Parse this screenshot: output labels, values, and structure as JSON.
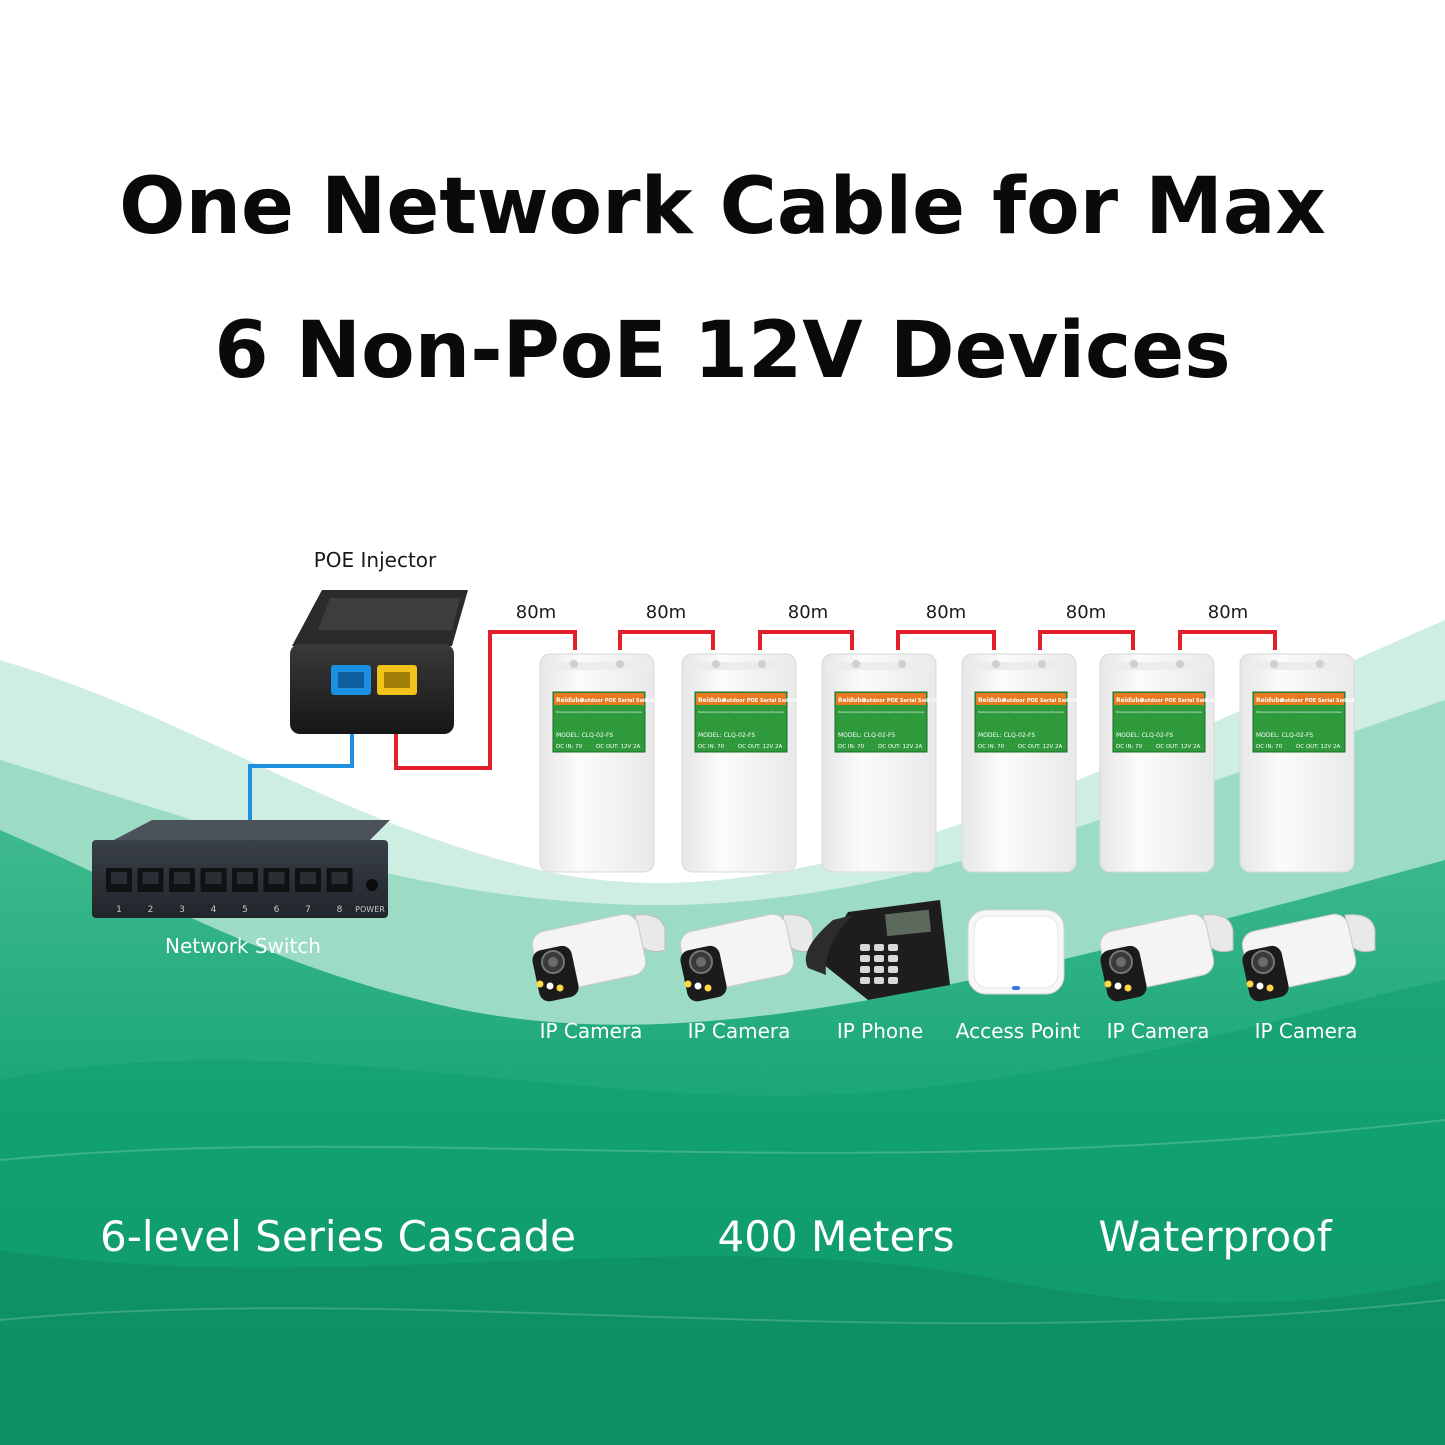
{
  "title": {
    "line1": "One Network Cable for Max",
    "line2": "6 Non-PoE 12V Devices"
  },
  "injector": {
    "label": "POE Injector"
  },
  "network_switch": {
    "label": "Network Switch",
    "port_numbers": [
      "1",
      "2",
      "3",
      "4",
      "5",
      "6",
      "7",
      "8"
    ],
    "power_label": "POWER"
  },
  "segments": [
    "80m",
    "80m",
    "80m",
    "80m",
    "80m",
    "80m"
  ],
  "serial_switch_label": {
    "brand": "Reiduba",
    "product": "Outdoor POE Serial Switch",
    "description": "POE Serial Switches are used to provide power and internet for network points, suitable for HD video security surveillance and wire-free AP coverage transmission. Transmission distance in each point can up to 80 meters, support 6 levels cascade.",
    "model": "MODEL: CLQ-02-FS",
    "dc_in": "DC IN: 70",
    "dc_out": "DC OUT: 12V 2A"
  },
  "devices": [
    {
      "label": "IP Camera",
      "icon": "ip-camera-icon"
    },
    {
      "label": "IP Camera",
      "icon": "ip-camera-icon"
    },
    {
      "label": "IP Phone",
      "icon": "ip-phone-icon"
    },
    {
      "label": "Access Point",
      "icon": "access-point-icon"
    },
    {
      "label": "IP Camera",
      "icon": "ip-camera-icon"
    },
    {
      "label": "IP Camera",
      "icon": "ip-camera-icon"
    }
  ],
  "features": [
    "6-level Series Cascade",
    "400 Meters",
    "Waterproof"
  ],
  "colors": {
    "green_dark": "#0f9b6b",
    "green_light": "#bfe5d6",
    "cable_red": "#e0212b",
    "cable_blue": "#1f8fe0",
    "label_green": "#2f9a3c",
    "label_orange": "#e87a1f"
  }
}
